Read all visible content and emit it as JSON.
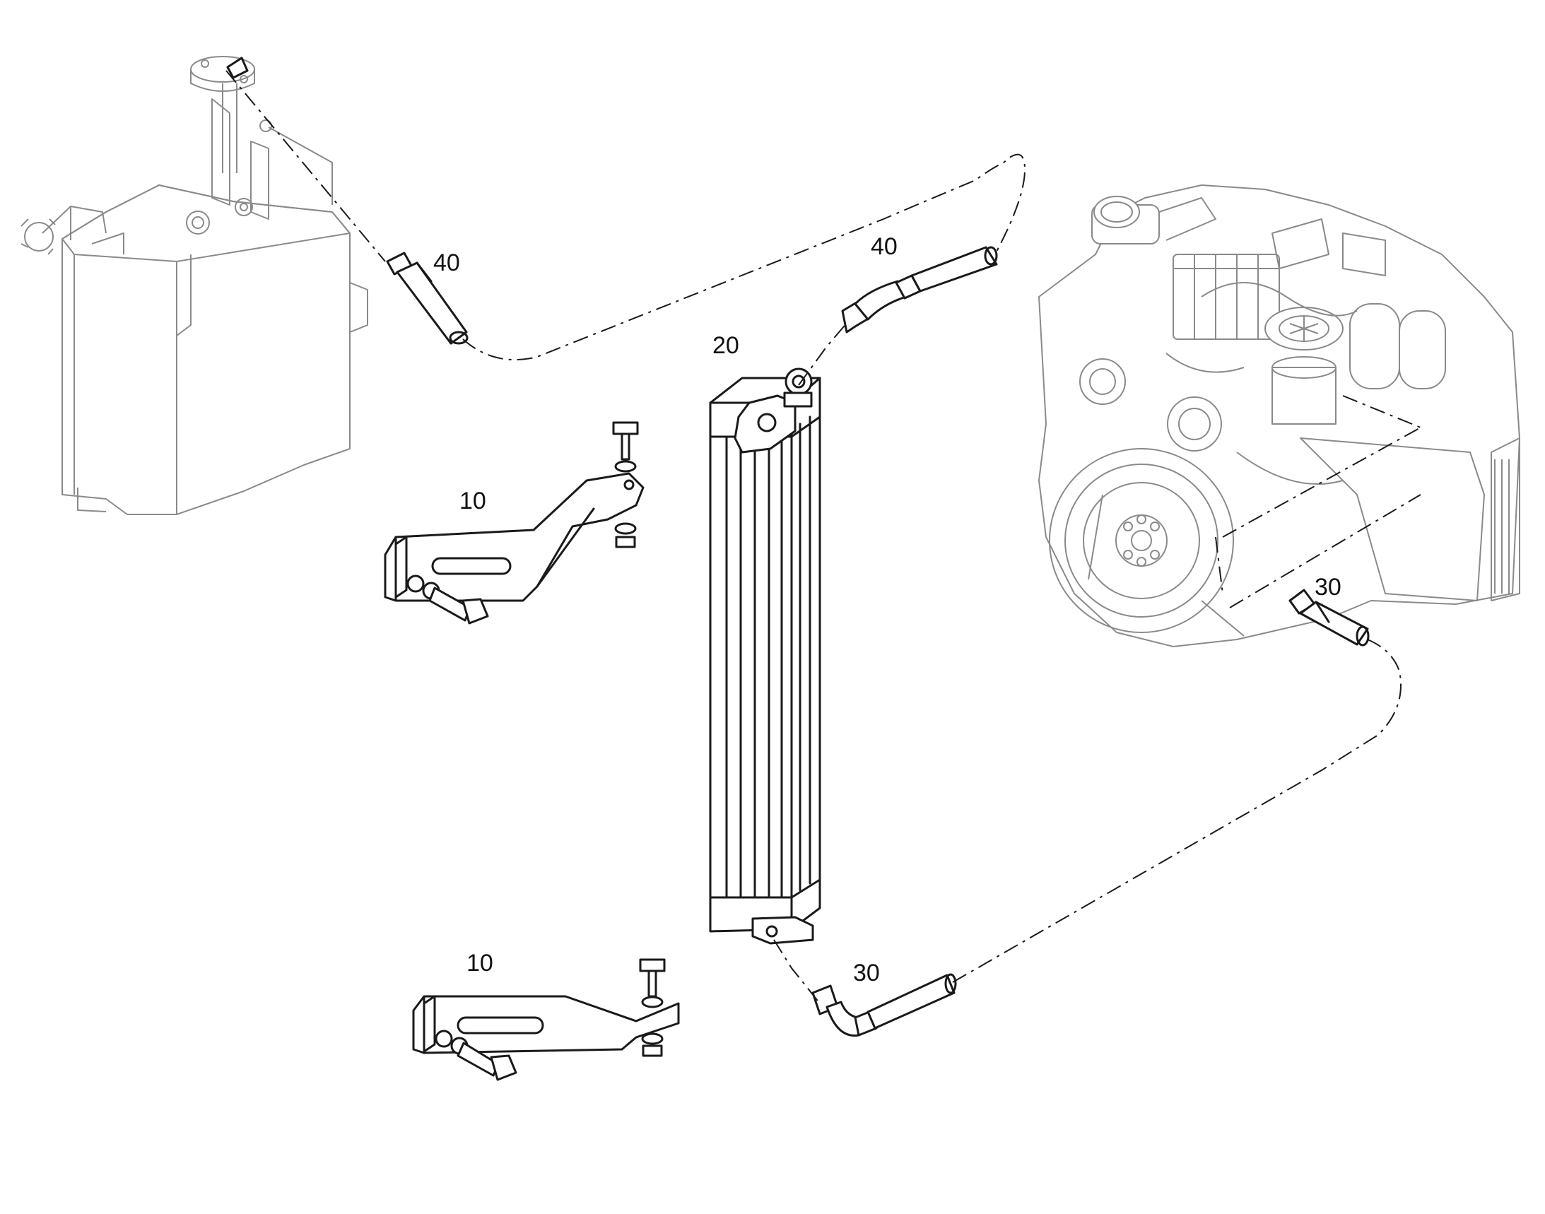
{
  "callouts": {
    "hose_top_left": "40",
    "hose_top_right": "40",
    "cooler": "20",
    "bracket_upper": "10",
    "bracket_lower": "10",
    "hose_bottom_right": "30",
    "hose_bottom_center": "30"
  },
  "colors": {
    "line": "#1a1a1a",
    "light_line": "#8a8a8a",
    "background": "#ffffff"
  }
}
